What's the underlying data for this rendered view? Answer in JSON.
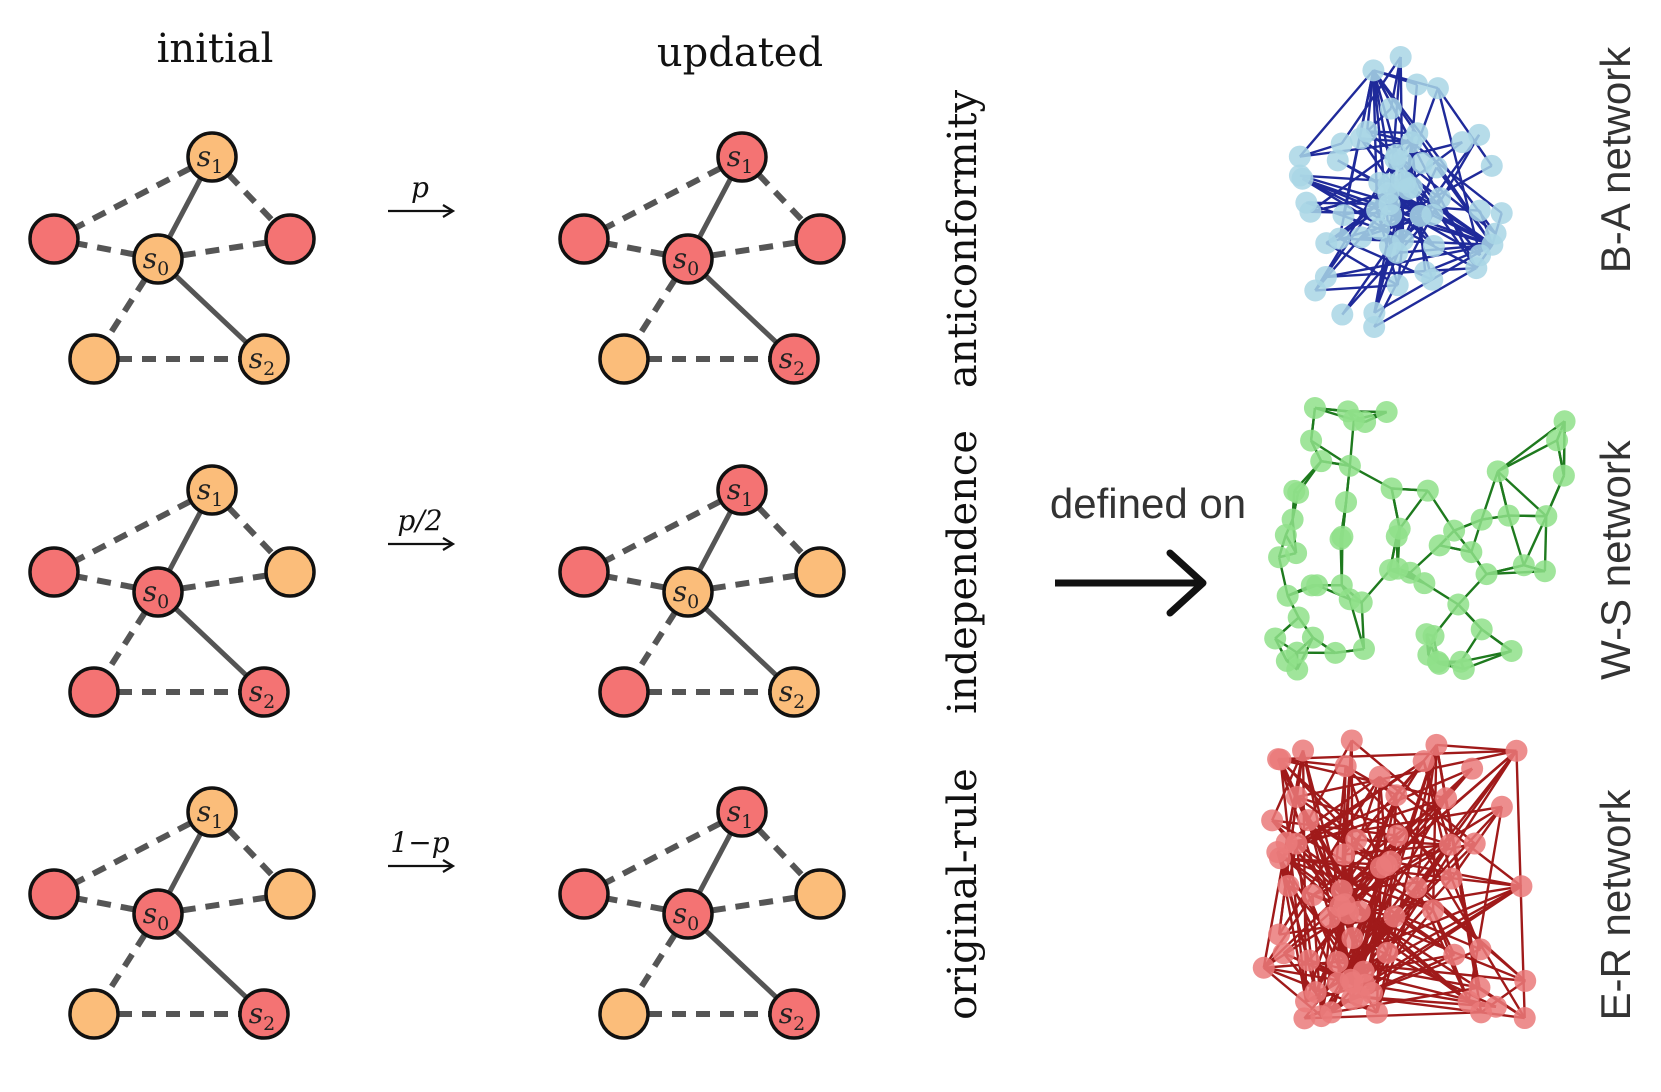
{
  "headers": {
    "initial": "initial",
    "updated": "updated"
  },
  "rows": [
    {
      "mechanism": "anticonformity",
      "probability": "p",
      "initial_states": {
        "s1": "orange",
        "s0": "orange",
        "s2": "orange",
        "left": "red",
        "right": "red",
        "bottom": "orange"
      },
      "updated_states": {
        "s1": "red",
        "s0": "red",
        "s2": "red",
        "left": "red",
        "right": "red",
        "bottom": "orange"
      }
    },
    {
      "mechanism": "independence",
      "probability": "p/2",
      "initial_states": {
        "s1": "orange",
        "s0": "red",
        "s2": "red",
        "left": "red",
        "right": "orange",
        "bottom": "red"
      },
      "updated_states": {
        "s1": "red",
        "s0": "orange",
        "s2": "orange",
        "left": "red",
        "right": "orange",
        "bottom": "red"
      }
    },
    {
      "mechanism": "original-rule",
      "probability": "1−p",
      "initial_states": {
        "s1": "orange",
        "s0": "red",
        "s2": "red",
        "left": "red",
        "right": "orange",
        "bottom": "orange"
      },
      "updated_states": {
        "s1": "red",
        "s0": "red",
        "s2": "red",
        "left": "red",
        "right": "orange",
        "bottom": "orange"
      }
    }
  ],
  "node_labels": {
    "s1": "s1",
    "s0": "s0",
    "s2": "s2"
  },
  "connector_label": "defined on",
  "networks": [
    {
      "name": "B-A network",
      "node_color": "#a9d6e5",
      "edge_color": "#1f2a9a"
    },
    {
      "name": "W-S network",
      "node_color": "#8fe08a",
      "edge_color": "#1e7a1e"
    },
    {
      "name": "E-R network",
      "node_color": "#ea7a7a",
      "edge_color": "#a01a1a"
    }
  ],
  "colors": {
    "red": "#f47373",
    "orange": "#fbbd7a",
    "outline": "#111111",
    "solid_edge": "#555555",
    "dashed_edge": "#555555"
  }
}
